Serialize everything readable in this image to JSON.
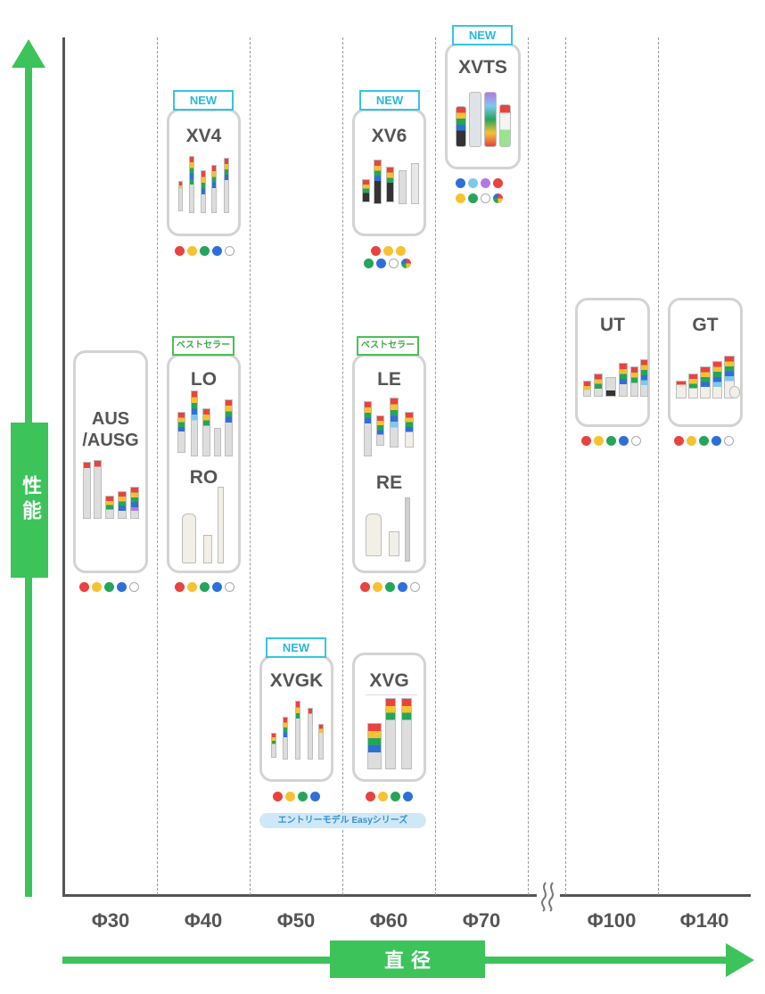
{
  "axes": {
    "y_label": "性能",
    "x_label": "直 径",
    "x_ticks": [
      "Φ30",
      "Φ40",
      "Φ50",
      "Φ60",
      "Φ70",
      "Φ100",
      "Φ140"
    ]
  },
  "badges": {
    "new": "NEW",
    "best": "ベストセラー"
  },
  "colors": {
    "accent_green": "#3cc35a",
    "axis": "#555555",
    "new_badge": "#36c5e0",
    "best_badge": "#4cbf57",
    "red": "#e8433f",
    "yellow": "#f6c232",
    "green": "#24a55a",
    "blue": "#2f6fd8",
    "lightblue": "#7ec8f0",
    "purple": "#b478e6"
  },
  "products": {
    "aus": {
      "title": "AUS\n/AUSG",
      "dots": [
        "red",
        "yellow",
        "green",
        "blue",
        "white"
      ]
    },
    "xv4": {
      "title": "XV4",
      "dots": [
        "red",
        "yellow",
        "green",
        "blue",
        "white"
      ]
    },
    "lo": {
      "title": "LO"
    },
    "ro": {
      "title": "RO",
      "dots": [
        "red",
        "yellow",
        "green",
        "blue",
        "white"
      ]
    },
    "xvgk": {
      "title": "XVGK",
      "dots": [
        "red",
        "yellow",
        "green",
        "blue"
      ]
    },
    "xv6": {
      "title": "XV6",
      "dots_row1": [
        "red",
        "yellow",
        "yellow"
      ],
      "dots_row2": [
        "green",
        "blue",
        "white",
        "rainbow"
      ]
    },
    "le": {
      "title": "LE"
    },
    "re": {
      "title": "RE",
      "dots": [
        "red",
        "yellow",
        "green",
        "blue",
        "white"
      ]
    },
    "xvg": {
      "title": "XVG",
      "dots": [
        "red",
        "yellow",
        "green",
        "blue"
      ]
    },
    "xvts": {
      "title": "XVTS",
      "dots_row1": [
        "blue",
        "lightblue",
        "purple",
        "red"
      ],
      "dots_row2": [
        "yellow",
        "green",
        "white",
        "rainbow"
      ]
    },
    "ut": {
      "title": "UT",
      "dots": [
        "red",
        "yellow",
        "green",
        "blue",
        "white"
      ]
    },
    "gt": {
      "title": "GT",
      "dots": [
        "red",
        "yellow",
        "green",
        "blue",
        "white"
      ]
    }
  },
  "entry_series_label": "エントリーモデル Easyシリーズ"
}
